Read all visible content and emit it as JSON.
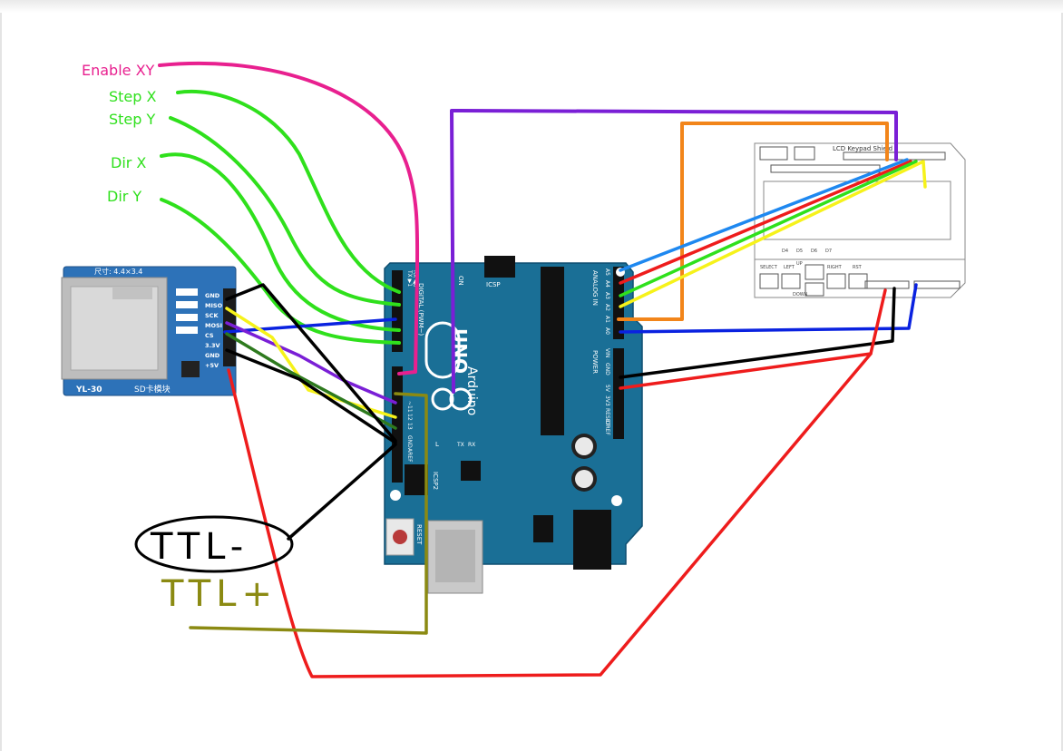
{
  "signal_labels": {
    "enable_xy": "Enable XY",
    "step_x": "Step X",
    "step_y": "Step Y",
    "dir_x": "Dir X",
    "dir_y": "Dir Y"
  },
  "ttl_labels": {
    "ttl_minus": "TTL-",
    "ttl_plus": "TTL+"
  },
  "arduino": {
    "brand": "Arduino",
    "model": "UNO",
    "digital_header": "DIGITAL (PWM~)",
    "analog_header": "ANALOG IN",
    "power_header": "POWER",
    "icsp": "ICSP",
    "icsp2": "ICSP2",
    "reset": "RESET",
    "on": "ON",
    "tx": "TX",
    "rx": "RX",
    "l": "L",
    "tx_pin": "TX ▶1",
    "rx_pin": "RX ◀0",
    "pin_aref": "AREF",
    "pin_gnd": "GND",
    "pin_13": "13",
    "pin_12": "12",
    "pin_11": "~11",
    "pin_a0": "A0",
    "pin_a1": "A1",
    "pin_a2": "A2",
    "pin_a3": "A3",
    "pin_a4": "A4",
    "pin_a5": "A5",
    "pin_vin": "VIN",
    "pin_gnd2": "GND",
    "pin_5v": "5V",
    "pin_3v3": "3V3",
    "pin_reset": "RESET",
    "pin_ioref": "IOREF"
  },
  "sd_module": {
    "label": "YL-30",
    "label_cn": "SD卡模块",
    "size": "尺寸: 4.4×3.4",
    "pins": [
      "GND",
      "MISO",
      "SCK",
      "MOSI",
      "CS",
      "3.3V",
      "GND",
      "+5V"
    ]
  },
  "lcd_shield": {
    "title": "LCD Keypad Shield",
    "buttons": [
      "SELECT",
      "LEFT",
      "UP",
      "DOWN",
      "RIGHT",
      "RST"
    ],
    "pot_labels": [
      "D4",
      "D5",
      "D6",
      "D7"
    ]
  },
  "colors": {
    "magenta": "#e8208f",
    "green": "#2fe01c",
    "purple": "#7a1fd6",
    "orange": "#f2851a",
    "blue": "#0a22e0",
    "sky": "#1e88f0",
    "red": "#ee1c1c",
    "yellow": "#f6f21a",
    "black": "#000000",
    "olive": "#8b8a12",
    "board": "#1a6f96"
  }
}
